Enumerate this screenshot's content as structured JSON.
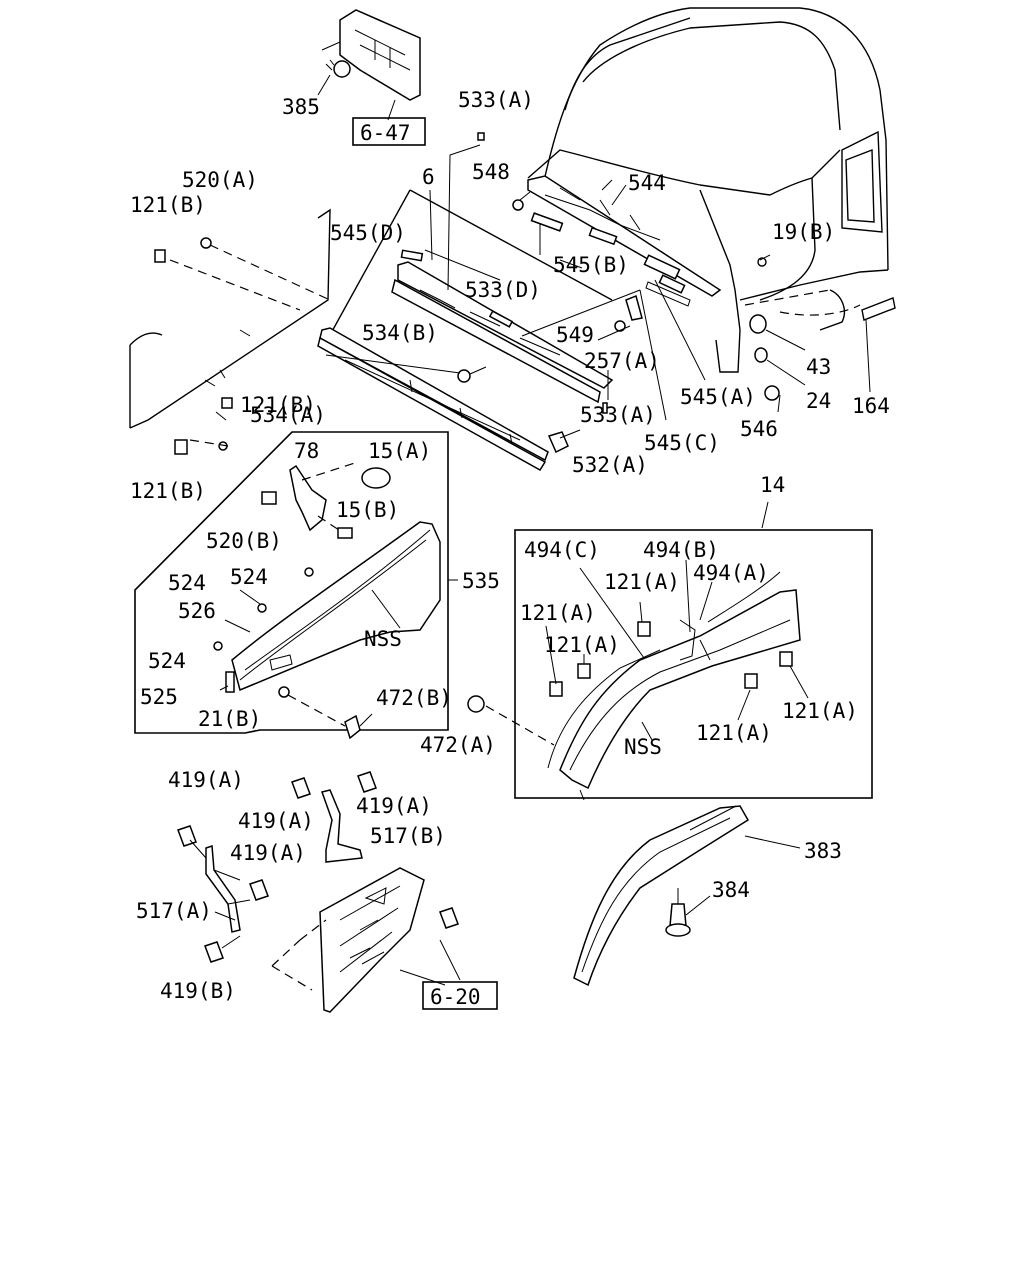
{
  "labels": {
    "l385": "385",
    "l6_47": "6-47",
    "l533A_top": "533(A)",
    "l548": "548",
    "l544": "544",
    "l6": "6",
    "l520A": "520(A)",
    "l121B_1": "121(B)",
    "l545D": "545(D)",
    "l19B": "19(B)",
    "l545B": "545(B)",
    "l533D": "533(D)",
    "l534B": "534(B)",
    "l549": "549",
    "l257A": "257(A)",
    "l43": "43",
    "l164": "164",
    "l121B_2": "121(B)",
    "l545A": "545(A)",
    "l24": "24",
    "l534A": "534(A)",
    "l533A_bot": "533(A)",
    "l546": "546",
    "l545C": "545(C)",
    "l78": "78",
    "l15A": "15(A)",
    "l121B_3": "121(B)",
    "l532A": "532(A)",
    "l14": "14",
    "l520B": "520(B)",
    "l15B": "15(B)",
    "l494C": "494(C)",
    "l494B": "494(B)",
    "l121A_1": "121(A)",
    "l494A": "494(A)",
    "l524_1": "524",
    "l524_2": "524",
    "l535": "535",
    "l526": "526",
    "l121A_2": "121(A)",
    "l121A_3": "121(A)",
    "l524_3": "524",
    "lNSS1": "NSS",
    "l525": "525",
    "l472B": "472(B)",
    "l121A_4": "121(A)",
    "l21B": "21(B)",
    "l472A": "472(A)",
    "lNSS2": "NSS",
    "l121A_5": "121(A)",
    "l419A_1": "419(A)",
    "l419A_2": "419(A)",
    "l419A_3": "419(A)",
    "l517B": "517(B)",
    "l383": "383",
    "l419A_4": "419(A)",
    "l517A": "517(A)",
    "l384": "384",
    "l419B": "419(B)",
    "l6_20": "6-20"
  }
}
